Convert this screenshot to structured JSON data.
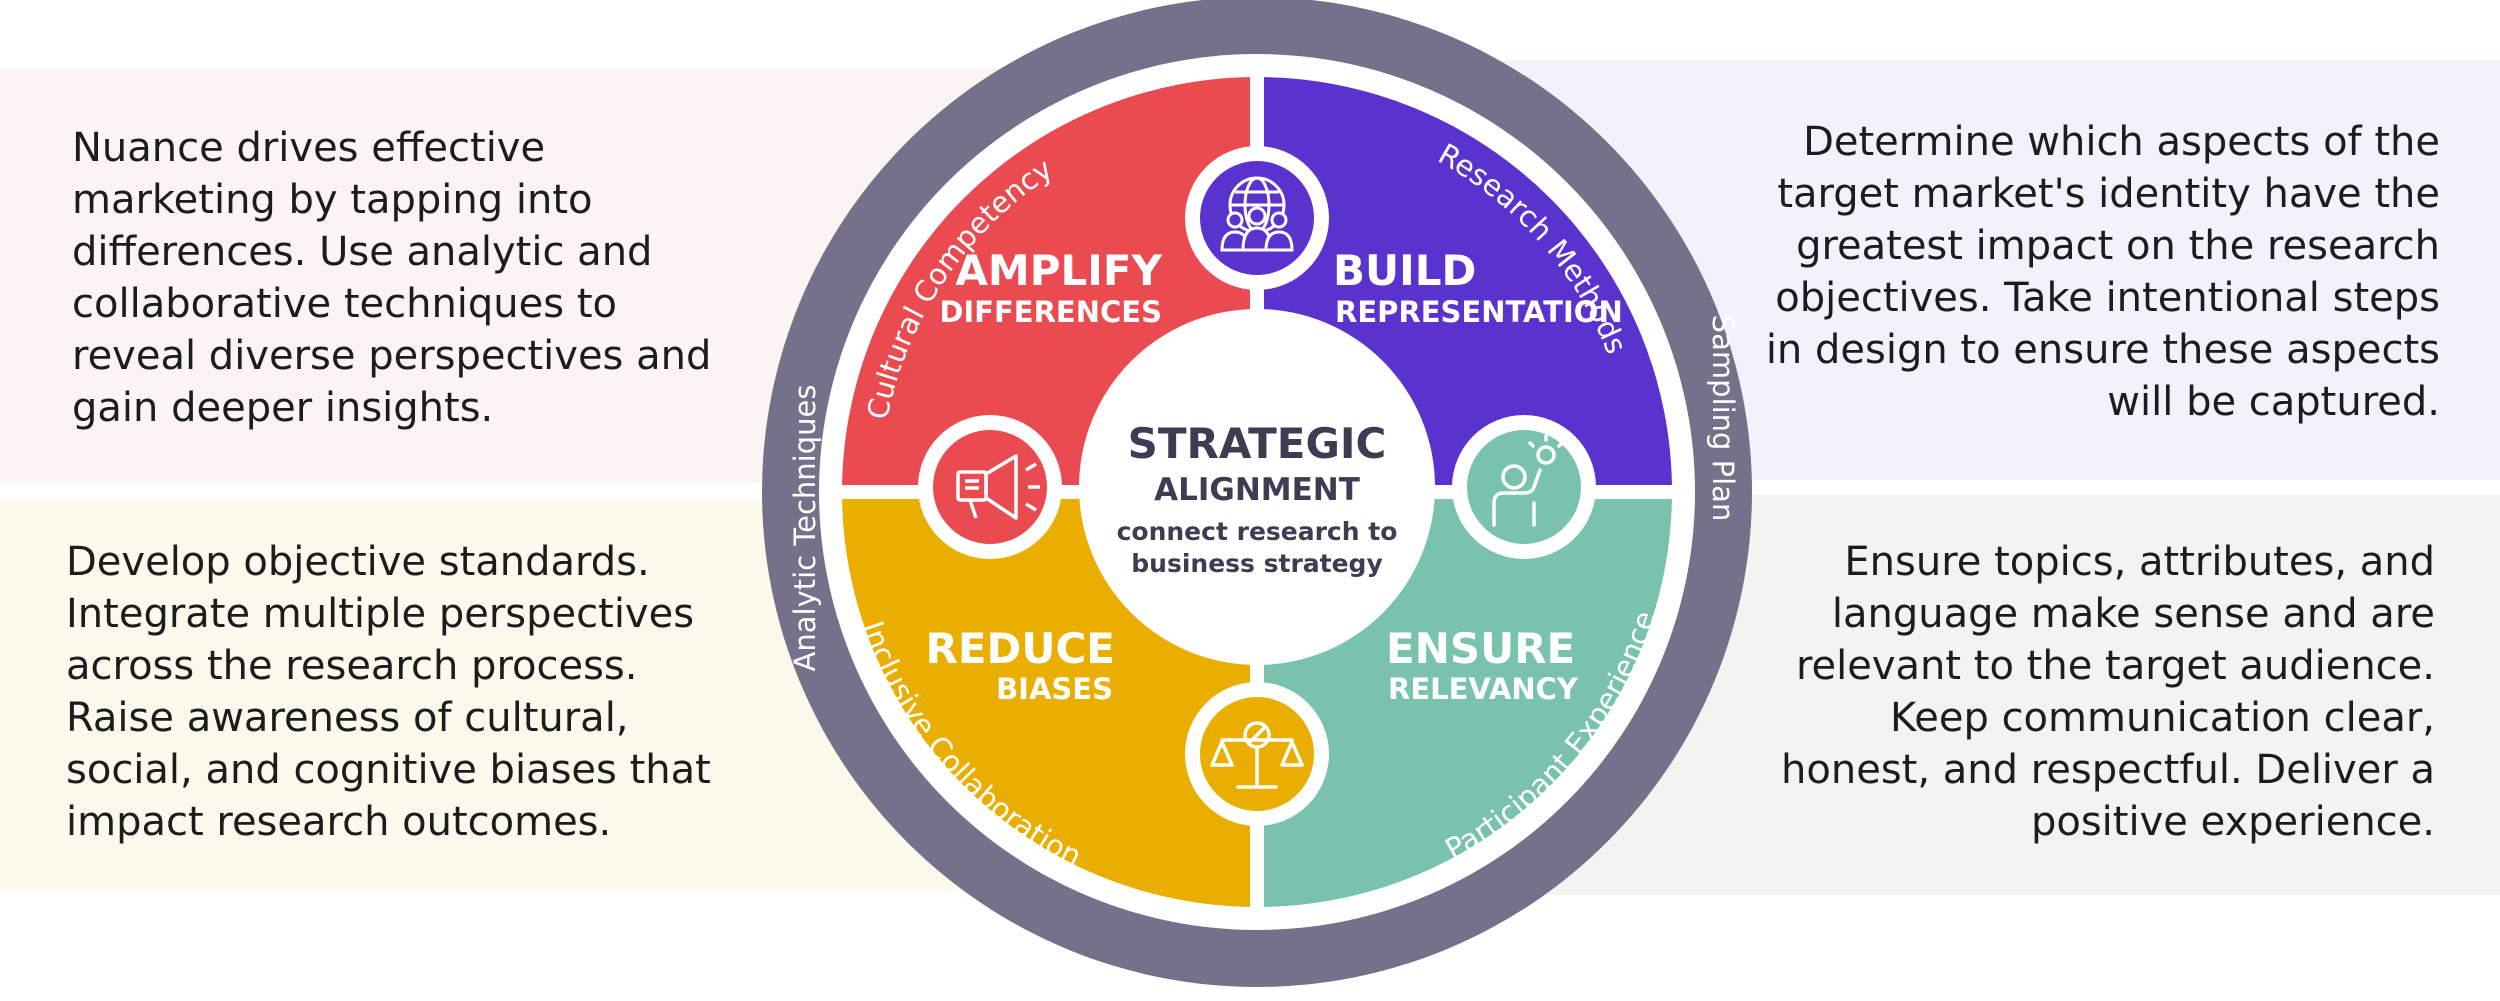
{
  "descriptions": {
    "top_left": "Nuance drives effective marketing by tapping into differences. Use analytic and collaborative techniques to reveal diverse perspectives and gain deeper insights.",
    "top_right": "Determine which aspects of the target market's identity have the greatest impact on the research objectives. Take intentional steps in design to ensure these aspects will be captured.",
    "bottom_left": "Develop objective standards. Integrate multiple perspectives across the research process. Raise awareness of cultural, social, and cognitive biases that impact research outcomes.",
    "bottom_right": "Ensure topics, attributes,  and language make sense and are relevant to the target audience. Keep communication clear, honest, and respectful. Deliver a positive experience."
  },
  "ring_labels": {
    "cultural_competency": "Cultural Competency",
    "research_methods": "Research Methods",
    "sampling_plan": "Sampling Plan",
    "participant_experience": "Participant Experience",
    "inclusive_collaboration": "Inclusive Collaboration",
    "analytic_techniques": "Analytic Techniques"
  },
  "quadrants": {
    "amplify": {
      "title": "AMPLIFY",
      "subtitle": "DIFFERENCES",
      "color": "#e94b50",
      "icon": "globe-people-icon"
    },
    "build": {
      "title": "BUILD",
      "subtitle": "REPRESENTATION",
      "color": "#5a33cf",
      "icon": "idea-person-icon"
    },
    "reduce": {
      "title": "REDUCE",
      "subtitle": "BIASES",
      "color": "#e9ae00",
      "icon": "scale-icon"
    },
    "ensure": {
      "title": "ENSURE",
      "subtitle": "RELEVANCY",
      "color": "#79c3ad",
      "icon": "idea-person-icon"
    }
  },
  "center": {
    "title": "STRATEGIC",
    "subtitle": "ALIGNMENT",
    "desc_line1": "connect research to",
    "desc_line2": "business strategy"
  },
  "colors": {
    "ring": "#73728a",
    "center_text": "#3d3c52"
  }
}
